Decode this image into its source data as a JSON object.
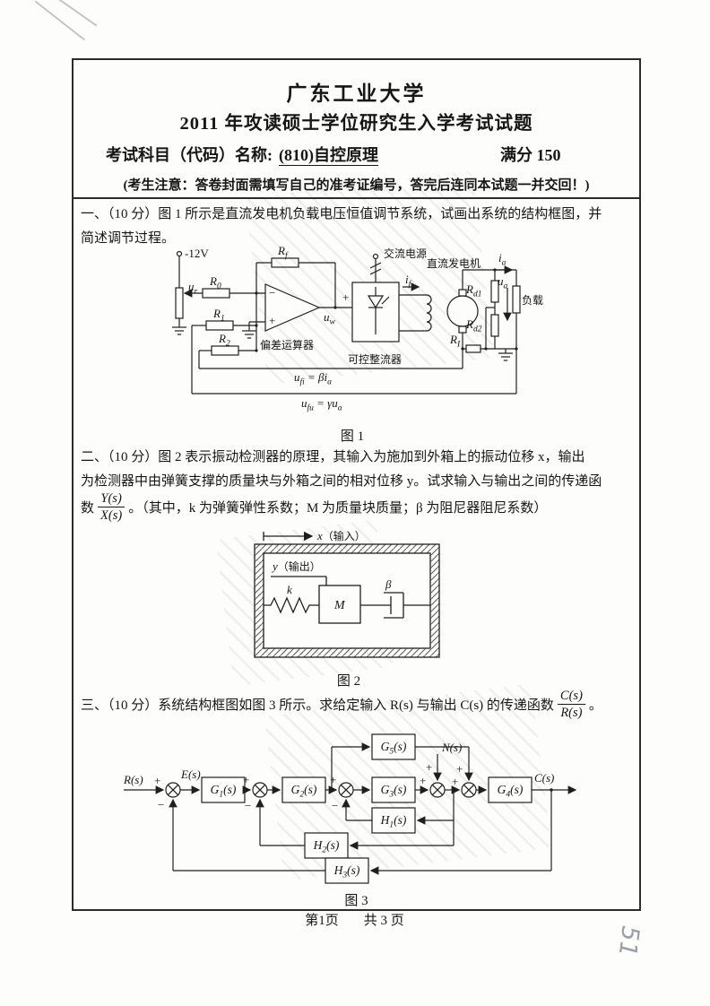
{
  "header": {
    "university": "广东工业大学",
    "exam_title": "2011 年攻读硕士学位研究生入学考试试题",
    "subject_label": "考试科目（代码）名称:",
    "subject_value": "(810)自控原理",
    "full_score": "满分 150",
    "notice": "(考生注意：答卷封面需填写自己的准考证编号，答完后连同本试题一并交回！)"
  },
  "q1": {
    "line1": "一、（10 分）图 1 所示是直流发电机负载电压恒值调节系统，试画出系统的结构框图，并",
    "line2": "简述调节过程。"
  },
  "q2": {
    "line1": "二、（10 分）图 2 表示振动检测器的原理，其输入为施加到外箱上的振动位移 x，输出",
    "line2": "为检测器中由弹簧支撑的质量块与外箱之间的相对位移 y。试求输入与输出之间的传递函",
    "line3_prefix": "数",
    "frac_num": "Y(s)",
    "frac_den": "X(s)",
    "line3_suffix": "。（其中，k 为弹簧弹性系数；M 为质量块质量；β 为阻尼器阻尼系数）"
  },
  "q3": {
    "prefix": "三、（10 分）系统结构框图如图 3 所示。求给定输入 R(s) 与输出 C(s) 的传递函数",
    "frac_num": "C(s)",
    "frac_den": "R(s)",
    "suffix": "。"
  },
  "figure1": {
    "caption": "图 1",
    "labels": {
      "supply": "-12V",
      "ur": {
        "b": "u",
        "s": "r"
      },
      "r0": {
        "b": "R",
        "s": "0"
      },
      "r1": {
        "b": "R",
        "s": "1"
      },
      "r2": {
        "b": "R",
        "s": "2"
      },
      "rf": {
        "b": "R",
        "s": "f"
      },
      "uw": {
        "b": "u",
        "s": "w"
      },
      "plus": "+",
      "minus": "−",
      "opamp": "偏差运算器",
      "ac": "交流电源",
      "rectifier": "可控整流器",
      "ifield": {
        "b": "i",
        "s": "f"
      },
      "generator": "直流发电机",
      "ia": {
        "b": "i",
        "s": "a"
      },
      "rd1": {
        "b": "R",
        "s": "d1"
      },
      "rd2": {
        "b": "R",
        "s": "d2"
      },
      "ua": {
        "b": "u",
        "s": "a"
      },
      "load": "负载",
      "ri": {
        "b": "R",
        "s": "I"
      },
      "fb_current": {
        "p1": "u",
        "s1": "fi",
        "p2": " = βi",
        "s2": "a"
      },
      "fb_voltage": {
        "p1": "u",
        "s1": "fu",
        "p2": " = γu",
        "s2": "a"
      }
    }
  },
  "figure2": {
    "caption": "图 2",
    "labels": {
      "input_var": "x",
      "input_text": "（输入）",
      "output_var": "y",
      "output_text": "（输出）",
      "spring": "k",
      "mass": "M",
      "damper": "β"
    }
  },
  "figure3": {
    "caption": "图 3",
    "labels": {
      "rs": "R(s)",
      "es": "E(s)",
      "ns": "N(s)",
      "cs": "C(s)",
      "plus": "+",
      "minus": "−",
      "g1": {
        "b": "G",
        "s": "1",
        "t": "(s)"
      },
      "g2": {
        "b": "G",
        "s": "2",
        "t": "(s)"
      },
      "g3": {
        "b": "G",
        "s": "3",
        "t": "(s)"
      },
      "g4": {
        "b": "G",
        "s": "4",
        "t": "(s)"
      },
      "g5": {
        "b": "G",
        "s": "5",
        "t": "(s)"
      },
      "h1": {
        "b": "H",
        "s": "1",
        "t": "(s)"
      },
      "h2": {
        "b": "H",
        "s": "2",
        "t": "(s)"
      },
      "h3": {
        "b": "H",
        "s": "3",
        "t": "(s)"
      }
    }
  },
  "footer": {
    "page": "第1页",
    "total": "共 3 页"
  },
  "annotations": {
    "handwritten": "51"
  }
}
